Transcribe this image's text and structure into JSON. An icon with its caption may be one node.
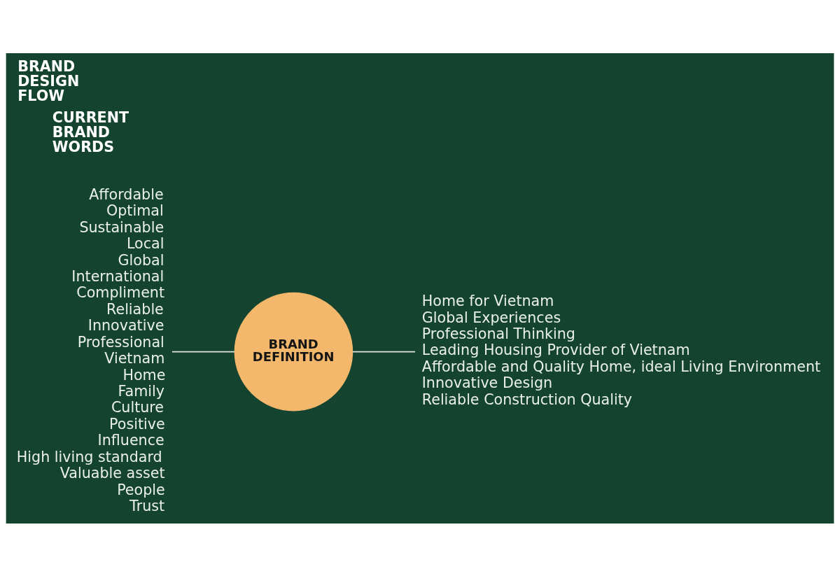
{
  "diagram": {
    "title": "BRAND DESIGN FLOW",
    "nodes": [
      {
        "text": [
          "Affordable",
          "Optimal",
          "Sustainable",
          "Local",
          "Global",
          "International",
          "Compliment",
          "Reliable",
          "Innovative",
          "Professional",
          "Vietnam",
          "Home",
          "Family",
          "Culture",
          "Positive",
          "Influence",
          "High living standard",
          "Valuable asset",
          "People",
          "Trust"
        ]
      },
      {
        "text": [
          "BRAND DEFINITION"
        ]
      },
      {
        "text": [
          "Home for Vietnam",
          "Global Experiences",
          "Professional Thinking",
          "Leading Housing Provider of Vietnam",
          "Affordable and Quality Home, ideal Living Environment",
          "Innovative Design",
          "Reliable Construction Quality"
        ]
      }
    ],
    "edges": [
      {
        "from": 0,
        "to": 1,
        "arrow": "none"
      },
      {
        "from": 1,
        "to": 2,
        "arrow": "none"
      }
    ],
    "labels": [
      "CURRENT BRAND WORDS"
    ]
  }
}
